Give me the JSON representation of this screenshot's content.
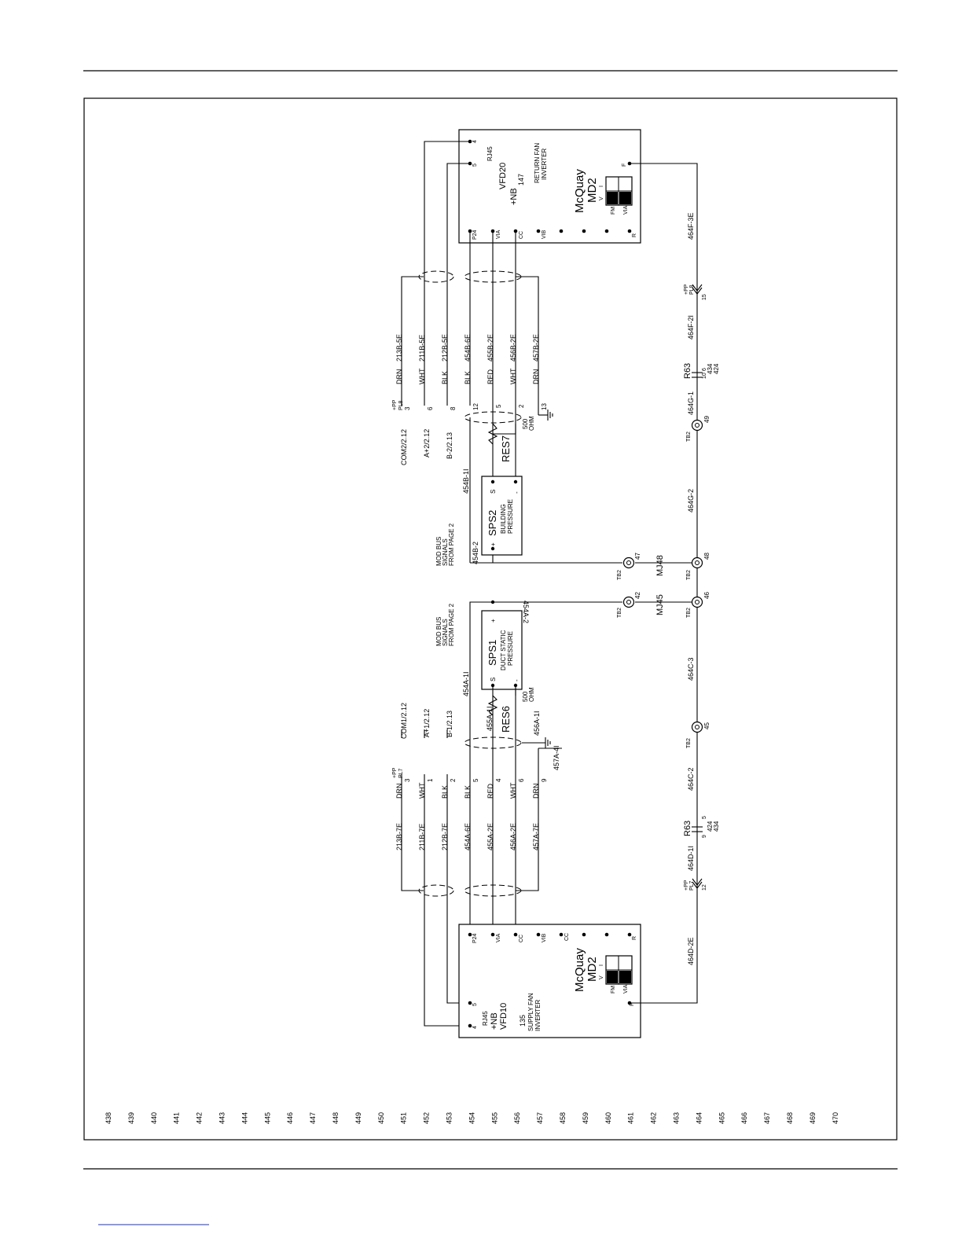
{
  "page": {
    "footer_link": ""
  },
  "vfd20": {
    "brand": "McQuay",
    "model": "MD2",
    "name": "VFD20",
    "tag": "+NB",
    "number": "147",
    "desc1": "RETURN FAN",
    "desc2": "INVERTER",
    "rj45": "RJ45",
    "pin4": "4",
    "pin5": "5",
    "p24": "P24",
    "via": "VIA",
    "cc": "CC",
    "vib": "VIB",
    "r": "R",
    "f": "F",
    "fm": "FM",
    "via_sw": "VIA",
    "v": "V",
    "i": "I"
  },
  "vfd10": {
    "brand": "McQuay",
    "model": "MD2",
    "name": "VFD10",
    "tag": "+NB",
    "number": "135",
    "desc1": "SUPPLY FAN",
    "desc2": "INVERTER",
    "rj45": "RJ45",
    "pin4": "4",
    "pin5": "5",
    "p24": "P24",
    "via": "VIA",
    "cc": "CC",
    "vib": "VIB",
    "cc2": "CC",
    "r": "R",
    "f": "F",
    "fm": "FM",
    "via_sw": "VIA",
    "v": "V",
    "i": "I"
  },
  "top_cable": {
    "plug": "+PP",
    "plug_id": "PL8",
    "wires": [
      {
        "color": "DRN",
        "label": "213B-5E",
        "pin": "3",
        "dest": "COM2/2.12"
      },
      {
        "color": "WHT",
        "label": "211B-5E",
        "pin": "6",
        "dest": "A+2/2.12"
      },
      {
        "color": "BLK",
        "label": "212B-5E",
        "pin": "8",
        "dest": "B-2/2.13"
      },
      {
        "color": "BLK",
        "label": "454B-6E",
        "pin": "12"
      },
      {
        "color": "RED",
        "label": "455B-2E",
        "pin": "5"
      },
      {
        "color": "WHT",
        "label": "456B-2E",
        "pin": "2"
      },
      {
        "color": "DRN",
        "label": "457B-2E",
        "pin": "13"
      }
    ]
  },
  "bottom_cable": {
    "plug": "+PP",
    "plug_id": "PL7",
    "wires": [
      {
        "color": "DRN",
        "label": "213B-7E",
        "pin": "3",
        "dest": "COM1/2.12"
      },
      {
        "color": "WHT",
        "label": "211B-7E",
        "pin": "1",
        "dest": "A+1/2.12"
      },
      {
        "color": "BLK",
        "label": "212B-7E",
        "pin": "2",
        "dest": "B-1/2.13"
      },
      {
        "color": "BLK",
        "label": "454A-6E",
        "pin": "5"
      },
      {
        "color": "RED",
        "label": "455A-2E",
        "pin": "4"
      },
      {
        "color": "WHT",
        "label": "456A-2E",
        "pin": "6"
      },
      {
        "color": "DRN",
        "label": "457A-7E",
        "pin": "9"
      }
    ]
  },
  "sps2": {
    "name": "SPS2",
    "desc1": "BUILDING",
    "desc2": "PRESSURE",
    "plus": "+",
    "s": "S",
    "minus": "-",
    "wire_in": "454B-1I",
    "wire_low": "454B-2"
  },
  "sps1": {
    "name": "SPS1",
    "desc1": "DUCT STATIC",
    "desc2": "PRESSURE",
    "plus": "+",
    "s": "S",
    "minus": "-",
    "wire_in": "454A-1I",
    "wire_top": "454A-2",
    "wire_s": "455A-1I",
    "wire_minus": "456A-1I",
    "drn": "457A-4I"
  },
  "res7": {
    "name": "RES7",
    "value": "500",
    "unit": "OHM"
  },
  "res6": {
    "name": "RES6",
    "value": "500",
    "unit": "OHM"
  },
  "modbus_top": {
    "l1": "MOD BUS",
    "l2": "SIGNALS",
    "l3": "FROM PAGE 2"
  },
  "modbus_bottom": {
    "l1": "MOD BUS",
    "l2": "SIGNALS",
    "l3": "FROM PAGE 2"
  },
  "right_wiring": {
    "w_464f3e": "464F-3E",
    "w_464f2i": "464F-2I",
    "w_464g1": "464G-1",
    "w_464g2": "464G-2",
    "w_464c3": "464C-3",
    "w_464c2": "464C-2",
    "w_464d1i": "464D-1I",
    "w_464d2e": "464D-2E",
    "pp_top": "+PP",
    "pl8": "PL8",
    "pin15": "15",
    "pp_bot": "+PP",
    "pl7": "PL7",
    "pin12": "12",
    "r63_top": {
      "name": "R63",
      "p_a": "10",
      "p_b": "6",
      "ref1": "434",
      "ref2": "424"
    },
    "r63_bot": {
      "name": "R63",
      "p_a": "9",
      "p_b": "5",
      "ref1": "424",
      "ref2": "434"
    },
    "tb": "TB2",
    "t49": "49",
    "t48": "48",
    "t47": "47",
    "t42": "42",
    "t46": "46",
    "t45": "45",
    "mj48": "MJ48",
    "mj45": "MJ45"
  },
  "line_numbers": [
    "438",
    "439",
    "440",
    "441",
    "442",
    "443",
    "444",
    "445",
    "446",
    "447",
    "448",
    "449",
    "450",
    "451",
    "452",
    "453",
    "454",
    "455",
    "456",
    "457",
    "458",
    "459",
    "460",
    "461",
    "462",
    "463",
    "464",
    "465",
    "466",
    "467",
    "468",
    "469",
    "470"
  ]
}
